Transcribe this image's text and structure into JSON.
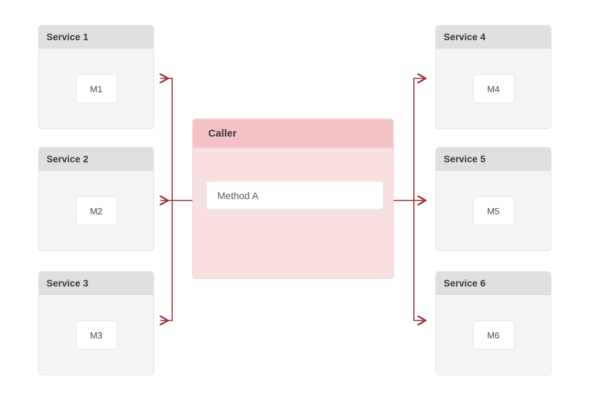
{
  "diagram": {
    "title_node": {
      "name": "Caller",
      "method": "Method A"
    },
    "left_services": [
      {
        "title": "Service 1",
        "method": "M1"
      },
      {
        "title": "Service 2",
        "method": "M2"
      },
      {
        "title": "Service 3",
        "method": "M3"
      }
    ],
    "right_services": [
      {
        "title": "Service 4",
        "method": "M4"
      },
      {
        "title": "Service 5",
        "method": "M5"
      },
      {
        "title": "Service 6",
        "method": "M6"
      }
    ],
    "colors": {
      "connector": "#a02c32",
      "caller_header": "#f4c2c4",
      "caller_body": "#f8dfe0",
      "service_header": "#e0dfdd",
      "service_body": "#f4f4f4",
      "method_chip": "#ffffff",
      "background": "#ffffff"
    }
  }
}
